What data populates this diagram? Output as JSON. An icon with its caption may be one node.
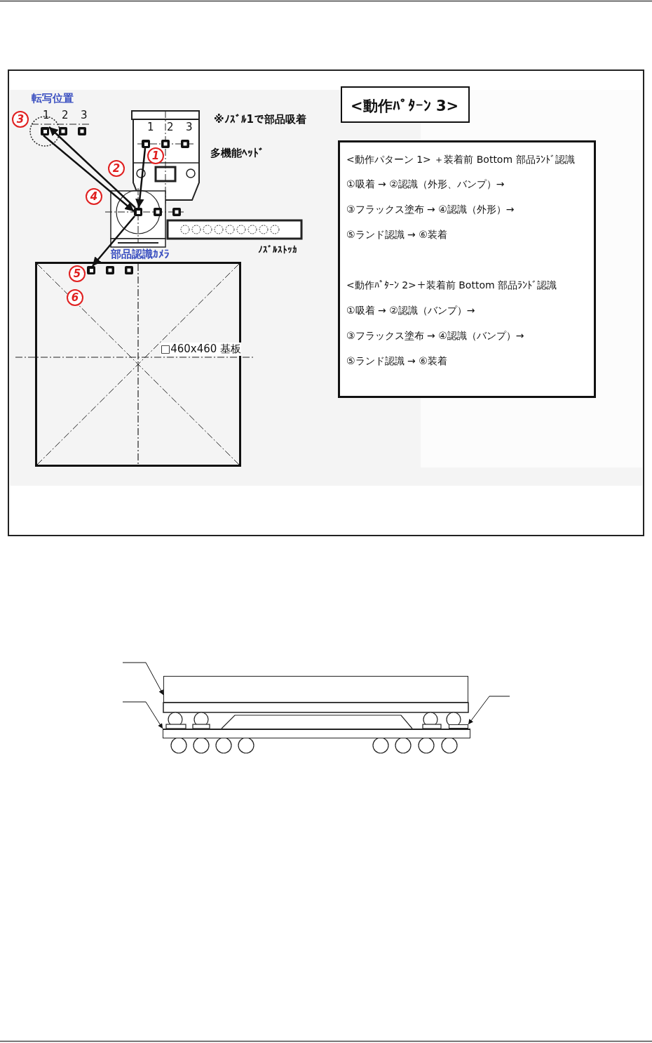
{
  "diagram": {
    "nodes": [
      {
        "text": [],
        "shape": "box"
      },
      {
        "text": [],
        "shape": "box"
      },
      {
        "text": [],
        "shape": "box"
      },
      {
        "text": [
          "□460x460 基板"
        ]
      },
      {
        "text": [],
        "shape": "box",
        "in": 3
      },
      {
        "text": [
          "<動作ﾊﾟﾀｰﾝ 3>"
        ]
      },
      {
        "text": [
          "<動作パターン 1> ＋装着前 Bottom 部品ﾗﾝﾄﾞ認識",
          "①吸着 → ②認識（外形、バンプ）→",
          "③フラックス塗布 → ④認識（外形）→",
          "⑤ランド認識 → ⑥装着",
          "<動作ﾊﾟﾀｰﾝ 2>＋装着前 Bottom 部品ﾗﾝﾄﾞ認識",
          "①吸着 → ②認識（バンプ）→",
          "③フラックス塗布 → ④認識（バンプ）→",
          "⑤ランド認識 → ⑥装着"
        ]
      },
      {
        "text": [],
        "shape": "box"
      },
      {
        "text": [],
        "shape": "bar"
      },
      {
        "text": [],
        "shape": "box"
      }
    ],
    "edges": [
      {
        "from": 1,
        "to": 2,
        "arrow": "to"
      },
      {
        "from": 2,
        "to": 0,
        "arrow": "to"
      },
      {
        "from": 0,
        "to": 2,
        "arrow": "to"
      },
      {
        "from": 2,
        "to": 4,
        "arrow": "to"
      },
      {
        "from": null,
        "to": 7,
        "arrow": "to"
      },
      {
        "from": null,
        "to": 8,
        "arrow": "to"
      },
      {
        "from": null,
        "to": 9,
        "arrow": "to"
      }
    ],
    "labels": [
      "転写位置",
      "3",
      "1",
      "2",
      "3",
      "※ﾉｽﾞﾙ1で部品吸着",
      "1",
      "2",
      "3",
      "1",
      "多機能ﾍｯﾄﾞ",
      "2",
      "4",
      "部品認識ｶﾒﾗ",
      "ﾉｽﾞﾙｽﾄｯｶ",
      "5",
      "6"
    ]
  }
}
